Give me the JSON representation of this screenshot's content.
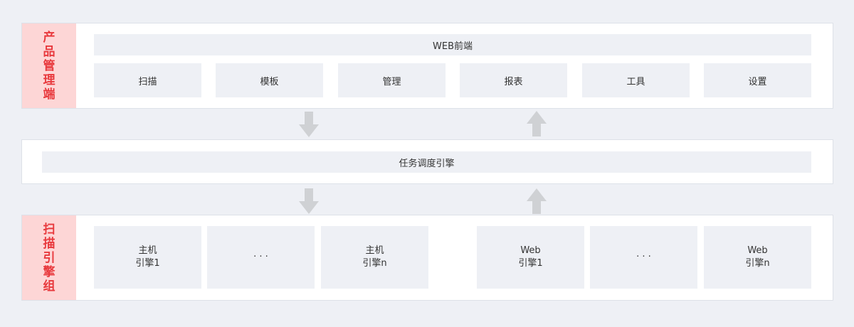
{
  "top": {
    "side_label": [
      "产",
      "品",
      "管",
      "理",
      "端"
    ],
    "header": "WEB前端",
    "modules": [
      "扫描",
      "模板",
      "管理",
      "报表",
      "工具",
      "设置"
    ]
  },
  "middle": {
    "scheduler": "任务调度引擎"
  },
  "bottom": {
    "side_label": [
      "扫",
      "描",
      "引",
      "擎",
      "组"
    ],
    "engines": [
      {
        "line1": "主机",
        "line2": "引擎1"
      },
      {
        "line1": "· · ·",
        "line2": ""
      },
      {
        "line1": "主机",
        "line2": "引擎n"
      },
      {
        "line1": "Web",
        "line2": "引擎1"
      },
      {
        "line1": "· · ·",
        "line2": ""
      },
      {
        "line1": "Web",
        "line2": "引擎n"
      }
    ]
  },
  "colors": {
    "label_bg": "#fdd6d6",
    "label_text": "#e8393d",
    "box_bg": "#eef0f5",
    "arrow": "#cfd1d4"
  }
}
